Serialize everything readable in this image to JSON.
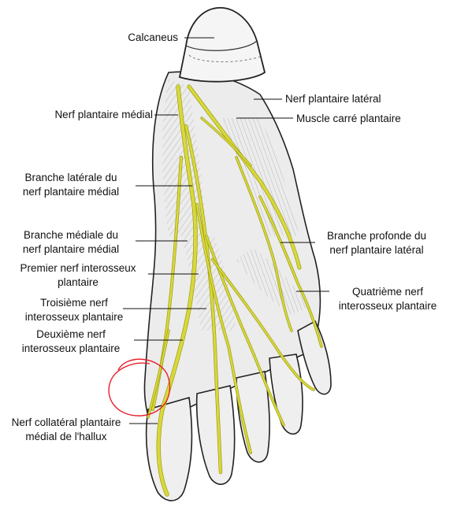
{
  "diagram": {
    "colors": {
      "nerve": "#d8d83a",
      "nerve_dark": "#9c9c16",
      "bone_shade": "#cfcfcf",
      "tissue": "#e6e6e6",
      "ink": "#222222",
      "annotation_circle": "#e8202a"
    },
    "labels": [
      {
        "id": "calcaneus",
        "lines": [
          "Calcaneus"
        ]
      },
      {
        "id": "nerf-plantaire-lateral",
        "lines": [
          "Nerf plantaire latéral"
        ]
      },
      {
        "id": "nerf-plantaire-medial",
        "lines": [
          "Nerf plantaire médial"
        ]
      },
      {
        "id": "muscle-carre-plantaire",
        "lines": [
          "Muscle carré plantaire"
        ]
      },
      {
        "id": "branche-laterale",
        "lines": [
          "Branche latérale du",
          "nerf plantaire médial"
        ]
      },
      {
        "id": "branche-mediale",
        "lines": [
          "Branche médiale du",
          "nerf plantaire médial"
        ]
      },
      {
        "id": "branche-profonde",
        "lines": [
          "Branche profonde du",
          "nerf plantaire latéral"
        ]
      },
      {
        "id": "premier-nerf",
        "lines": [
          "Premier nerf interosseux",
          "plantaire"
        ]
      },
      {
        "id": "quatrieme-nerf",
        "lines": [
          "Quatrième nerf",
          "interosseux plantaire"
        ]
      },
      {
        "id": "troisieme-nerf",
        "lines": [
          "Troisième nerf",
          "interosseux plantaire"
        ]
      },
      {
        "id": "deuxieme-nerf",
        "lines": [
          "Deuxième nerf",
          "interosseux plantaire"
        ]
      },
      {
        "id": "nerf-collateral",
        "lines": [
          "Nerf collatéral plantaire",
          "médial de l'hallux"
        ]
      }
    ]
  }
}
